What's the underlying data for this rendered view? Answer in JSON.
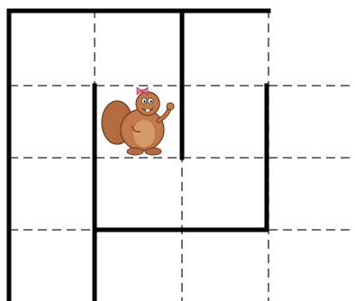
{
  "maze": {
    "columns": 4,
    "rows": 4,
    "grid_style": "dashed",
    "wall_color": "#000000",
    "character": {
      "icon": "beaver-icon",
      "cell": {
        "col": 1,
        "row": 1
      },
      "fur_color": "#c1784a",
      "bow_color": "#e7779b"
    }
  }
}
